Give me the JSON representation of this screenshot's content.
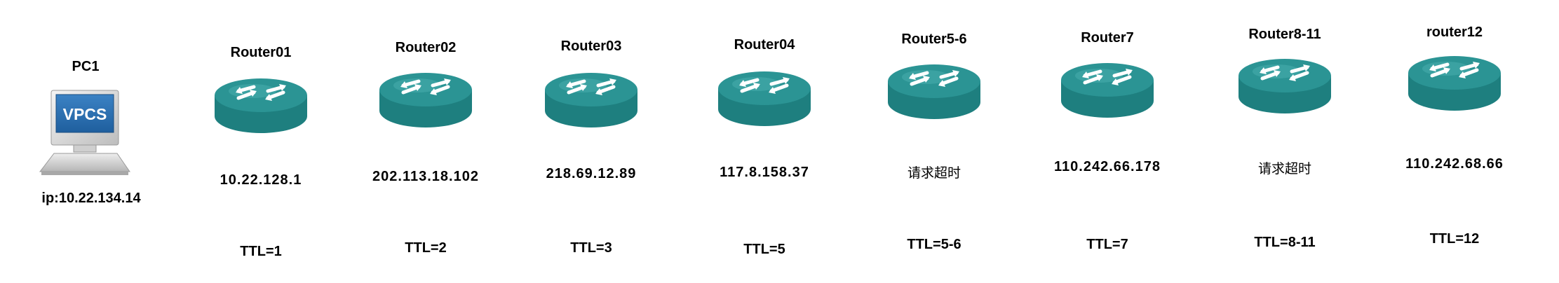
{
  "pc": {
    "name": "PC1",
    "screen_text": "VPCS",
    "ip": "ip:10.22.134.14"
  },
  "routers": [
    {
      "name": "Router01",
      "ip": "10.22.128.1",
      "ttl": "TTL=1"
    },
    {
      "name": "Router02",
      "ip": "202.113.18.102",
      "ttl": "TTL=2"
    },
    {
      "name": "Router03",
      "ip": "218.69.12.89",
      "ttl": "TTL=3"
    },
    {
      "name": "Router04",
      "ip": "117.8.158.37",
      "ttl": "TTL=5"
    },
    {
      "name": "Router5-6",
      "ip": "请求超时",
      "ttl": "TTL=5-6"
    },
    {
      "name": "Router7",
      "ip": "110.242.66.178",
      "ttl": "TTL=7"
    },
    {
      "name": "Router8-11",
      "ip": "请求超时",
      "ttl": "TTL=8-11"
    },
    {
      "name": "router12",
      "ip": "110.242.68.66",
      "ttl": "TTL=12"
    }
  ],
  "colors": {
    "router_body": "#1e7f7f",
    "router_top": "#2b9494",
    "screen": "#2b6cb0"
  }
}
